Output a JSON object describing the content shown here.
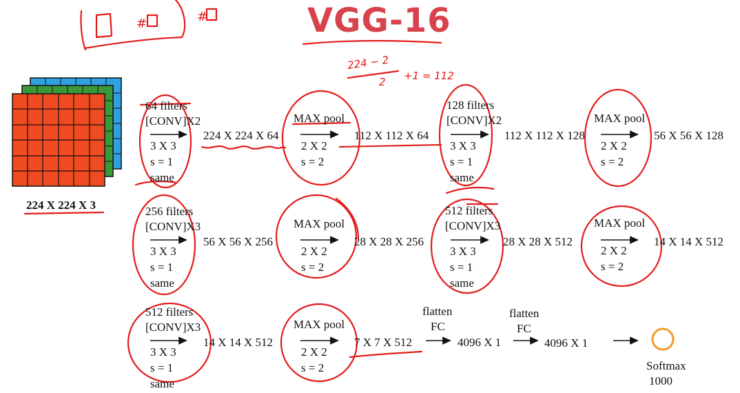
{
  "title": "VGG-16",
  "input": {
    "label": "224 X 224 X 3"
  },
  "annotations": {
    "calc_top": "224 − 2",
    "calc_bottom": "2",
    "calc_result": "+1 = 112"
  },
  "rows": [
    {
      "conv": {
        "filters": "64 filters",
        "conv": "[CONV]X2",
        "k": "3 X 3",
        "s": "s = 1",
        "pad": "same"
      },
      "out1": "224 X 224 X 64",
      "pool": {
        "name": "MAX pool",
        "k": "2 X 2",
        "s": "s = 2"
      },
      "out2": "112 X 112 X 64",
      "conv2": {
        "filters": "128 filters",
        "conv": "[CONV]X2",
        "k": "3 X 3",
        "s": "s = 1",
        "pad": "same"
      },
      "out3": "112 X 112 X 128",
      "pool2": {
        "name": "MAX pool",
        "k": "2 X 2",
        "s": "s = 2"
      },
      "out4": "56 X 56 X 128"
    },
    {
      "conv": {
        "filters": "256 filters",
        "conv": "[CONV]X3",
        "k": "3 X 3",
        "s": "s = 1",
        "pad": "same"
      },
      "out1": "56 X 56 X 256",
      "pool": {
        "name": "MAX pool",
        "k": "2 X 2",
        "s": "s = 2"
      },
      "out2": "28 X 28 X 256",
      "conv2": {
        "filters": "512 filters",
        "conv": "[CONV]X3",
        "k": "3 X 3",
        "s": "s = 1",
        "pad": "same"
      },
      "out3": "28 X 28 X 512",
      "pool2": {
        "name": "MAX pool",
        "k": "2 X 2",
        "s": "s = 2"
      },
      "out4": "14 X 14 X 512"
    },
    {
      "conv": {
        "filters": "512 filters",
        "conv": "[CONV]X3",
        "k": "3 X 3",
        "s": "s = 1",
        "pad": "same"
      },
      "out1": "14 X 14 X 512",
      "pool": {
        "name": "MAX pool",
        "k": "2 X 2",
        "s": "s = 2"
      },
      "out2": "7 X 7 X 512",
      "fc1": {
        "top": "flatten",
        "bottom": "FC"
      },
      "out3": "4096 X 1",
      "fc2": {
        "top": "flatten",
        "bottom": "FC"
      },
      "out4": "4096 X 1",
      "softmax": {
        "label": "Softmax",
        "count": "1000"
      }
    }
  ],
  "colors": {
    "title": "#d8424d",
    "ink": "#e21b1b",
    "red_grid": "#f04a22",
    "green_grid": "#3a9a3a",
    "blue_grid": "#2fa0e0",
    "softmax_ring": "#f39a2d"
  }
}
